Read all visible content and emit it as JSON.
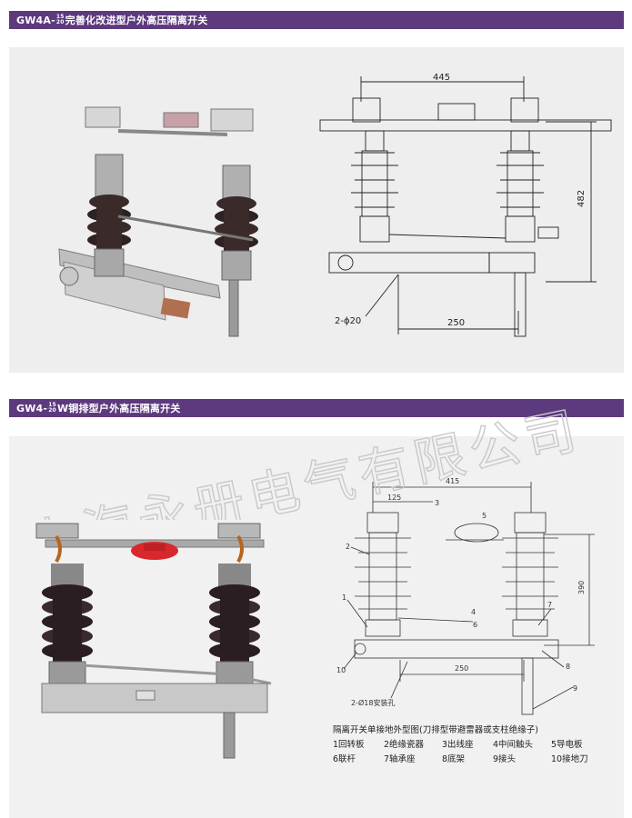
{
  "section1": {
    "title_prefix": "GW4A-",
    "title_sup": "15",
    "title_sub": "20",
    "title_suffix": "完善化改进型户外高压隔离开关",
    "drawing": {
      "dim_width": "445",
      "dim_height": "482",
      "dim_holes": "2-ϕ20",
      "dim_spacing": "250"
    }
  },
  "section2": {
    "title_prefix": "GW4-",
    "title_sup": "15",
    "title_sub": "20",
    "title_suffix": "W铜排型户外高压隔离开关",
    "drawing": {
      "dim_top": "415",
      "dim_left": "125",
      "dim_height": "390",
      "dim_spacing": "250",
      "dim_holes": "2-Ø18安装孔",
      "labels": [
        "1",
        "2",
        "3",
        "4",
        "5",
        "6",
        "7",
        "8",
        "9",
        "10"
      ]
    },
    "legend_title": "隔离开关单接地外型图(刀排型带避雷器或支柱绝缘子)",
    "legend_row1": [
      "1回转板",
      "2绝缘瓷器",
      "3出线座",
      "4中间触头",
      "5导电板"
    ],
    "legend_row2": [
      "6联杆",
      "7轴承座",
      "8底架",
      "9接头",
      "10接地刀"
    ]
  },
  "watermark": "上海永册电气有限公司",
  "colors": {
    "header_bg": "#5d3a7e",
    "insulator_brown": "#3a2a2a",
    "red_cap": "#d8282d"
  }
}
